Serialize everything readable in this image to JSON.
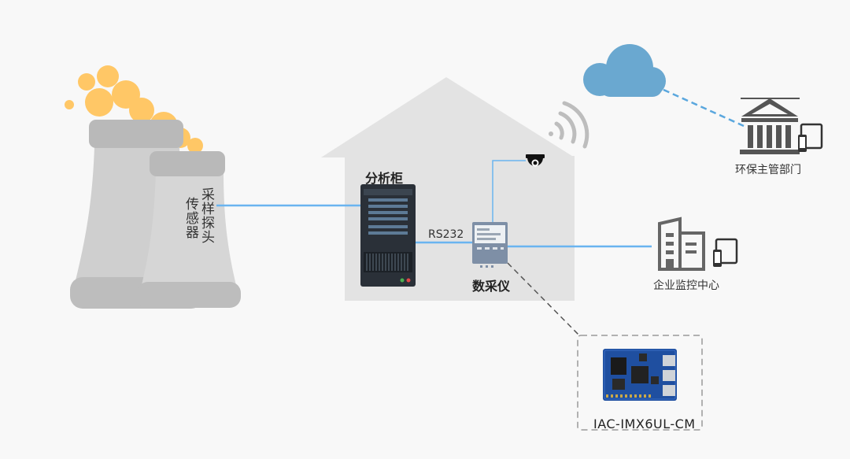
{
  "diagram": {
    "labels": {
      "sampling_probe": "采样探头",
      "sensor": "传感器",
      "analysis_cabinet": "分析柜",
      "rs232": "RS232",
      "data_collector": "数采仪",
      "env_department": "环保主管部门",
      "enterprise_center": "企业监控中心",
      "module": "IAC-IMX6UL-CM"
    },
    "icons": {
      "cooling_tower": "cooling-tower-icon",
      "smoke": "smoke-icon",
      "house": "house-icon",
      "cabinet": "server-cabinet-icon",
      "collector": "data-collector-icon",
      "camera": "camera-icon",
      "wifi": "wireless-signal-icon",
      "cloud": "cloud-icon",
      "government": "government-building-icon",
      "building": "office-building-icon",
      "board": "circuit-board-icon"
    },
    "colors": {
      "line": "#6ab4f0",
      "cloud": "#6aa8d0",
      "tower": "#cfcfcf",
      "smoke": "#ffc766",
      "house": "#e3e3e3",
      "dark": "#2a3038"
    }
  }
}
